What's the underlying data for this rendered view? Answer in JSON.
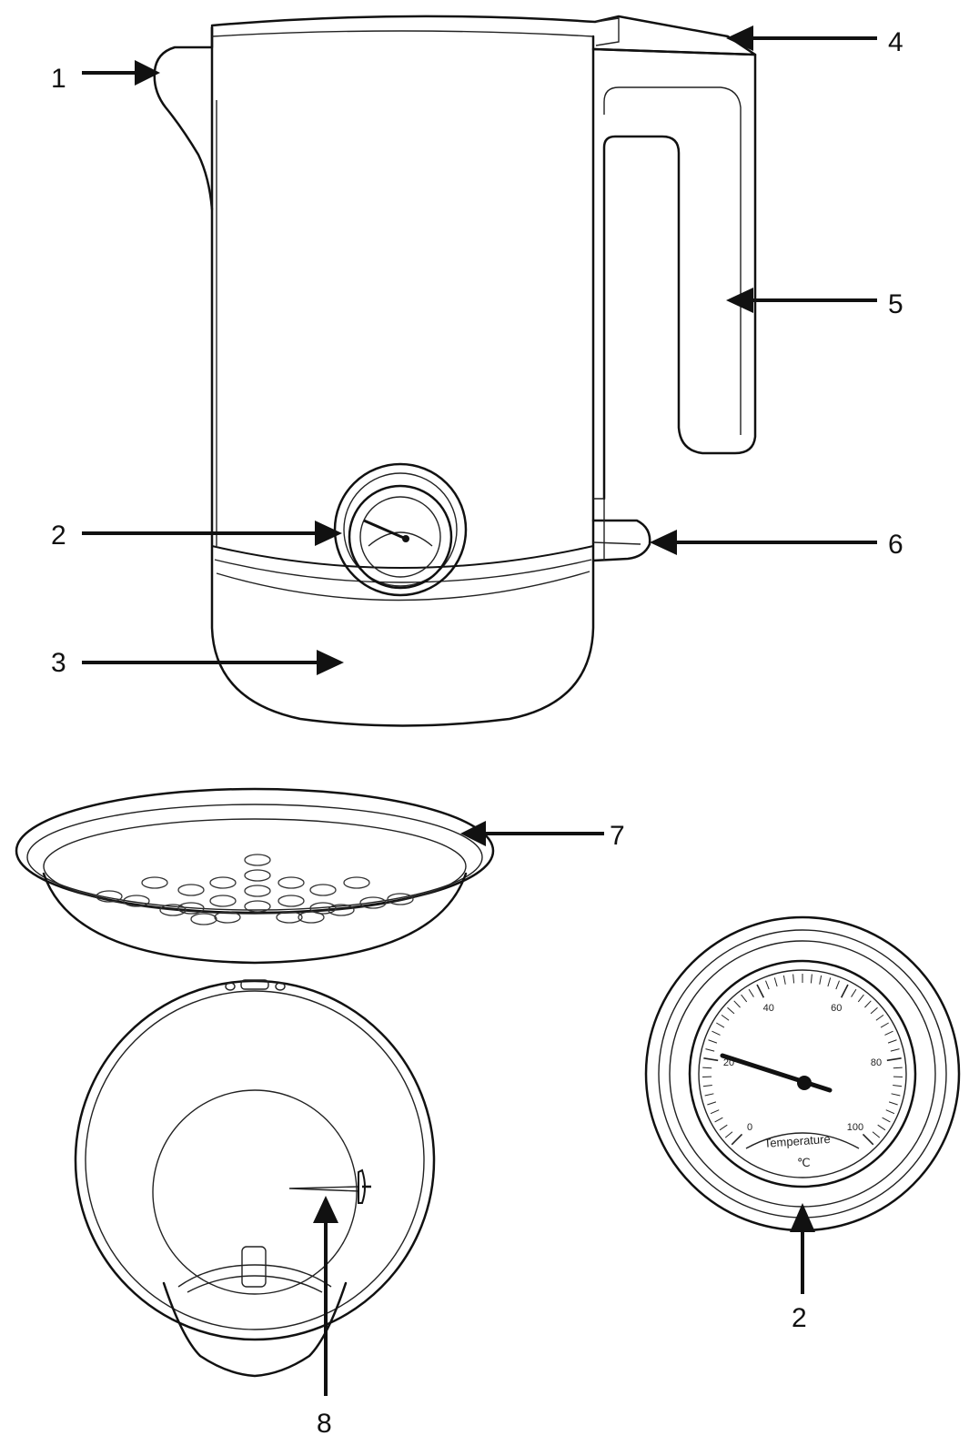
{
  "callouts": {
    "c1": "1",
    "c2": "2",
    "c3": "3",
    "c4": "4",
    "c5": "5",
    "c6": "6",
    "c7": "7",
    "c8": "8",
    "c2_detail": "2"
  },
  "gauge": {
    "tick_labels": [
      "0",
      "20",
      "40",
      "60",
      "80",
      "100"
    ],
    "label": "Temperature",
    "unit": "℃"
  }
}
